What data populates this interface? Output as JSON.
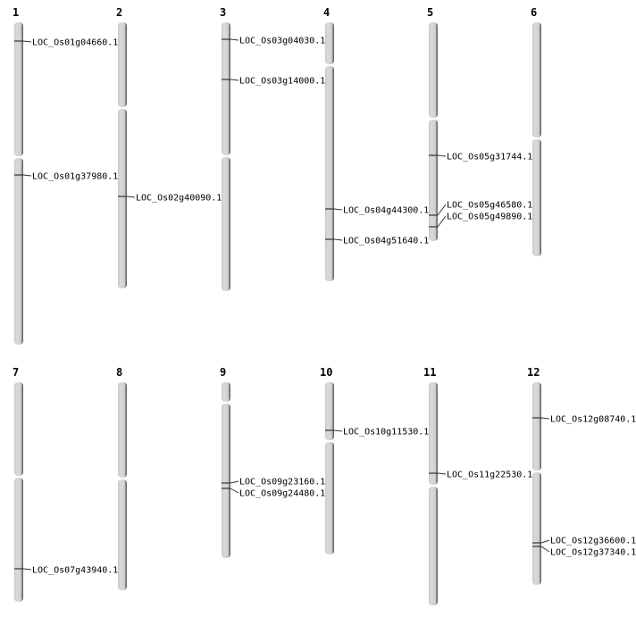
{
  "title": "Chromosome gene location map",
  "colors": {
    "chromosome_fill": "#d4d4d4",
    "chromosome_edge": "#6e6e6e",
    "marker": "#333333",
    "text": "#000000"
  },
  "chromosomes": [
    {
      "name": "1",
      "genes": [
        "LOC_Os01g04660.1",
        "LOC_Os01g37980.1"
      ]
    },
    {
      "name": "2",
      "genes": [
        "LOC_Os02g40090.1"
      ]
    },
    {
      "name": "3",
      "genes": [
        "LOC_Os03g04030.1",
        "LOC_Os03g14000.1"
      ]
    },
    {
      "name": "4",
      "genes": [
        "LOC_Os04g44300.1",
        "LOC_Os04g51640.1"
      ]
    },
    {
      "name": "5",
      "genes": [
        "LOC_Os05g31744.1",
        "LOC_Os05g46580.1",
        "LOC_Os05g49890.1"
      ]
    },
    {
      "name": "6",
      "genes": []
    },
    {
      "name": "7",
      "genes": [
        "LOC_Os07g43940.1"
      ]
    },
    {
      "name": "8",
      "genes": []
    },
    {
      "name": "9",
      "genes": [
        "LOC_Os09g23160.1",
        "LOC_Os09g24480.1"
      ]
    },
    {
      "name": "10",
      "genes": [
        "LOC_Os10g11530.1"
      ]
    },
    {
      "name": "11",
      "genes": [
        "LOC_Os11g22530.1"
      ]
    },
    {
      "name": "12",
      "genes": [
        "LOC_Os12g08740.1",
        "LOC_Os12g36600.1",
        "LOC_Os12g37340.1"
      ]
    }
  ]
}
